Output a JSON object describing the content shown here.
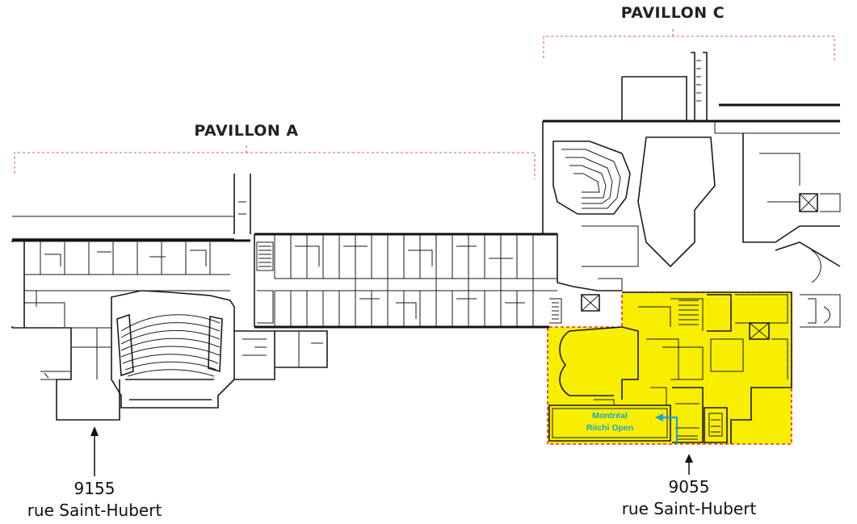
{
  "pavilions": {
    "a": {
      "label": "PAVILLON A"
    },
    "c": {
      "label": "PAVILLON C"
    }
  },
  "entrances": {
    "left": {
      "number": "9155",
      "street": "rue Saint-Hubert"
    },
    "right": {
      "number": "9055",
      "street": "rue Saint-Hubert"
    }
  },
  "venue": {
    "line1": "Montréal",
    "line2": "Riichi Open",
    "highlight_color": "#f7ee00",
    "border_color": "#e03030",
    "label_color": "#1aa3d9",
    "arrow_color": "#1aa3d9"
  },
  "colors": {
    "bracket": "#e05a5a",
    "walls": "#1a1a1a"
  }
}
